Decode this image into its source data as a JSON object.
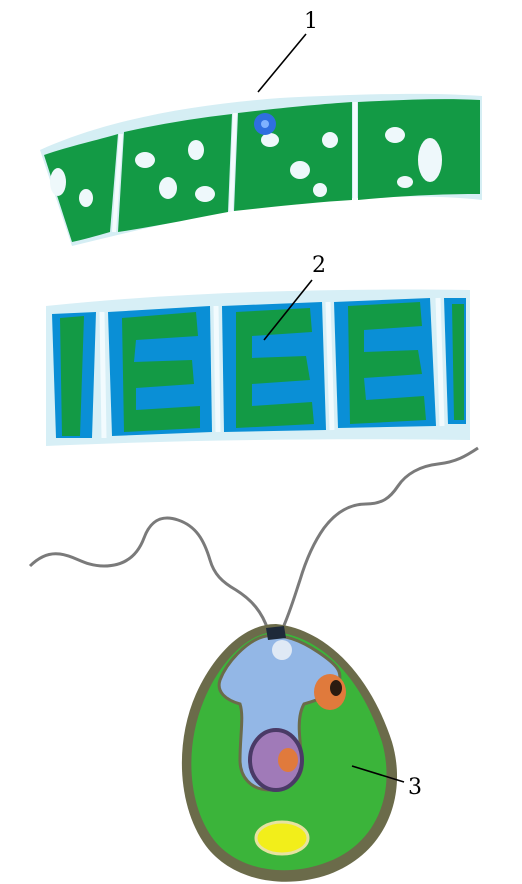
{
  "labels": {
    "one": "1",
    "two": "2",
    "three": "3"
  },
  "colors": {
    "chloroplast_green": "#139a45",
    "cell_border_blue": "#bfe4f2",
    "spirogyra_cytoplasm_blue": "#0a8fd6",
    "nucleus_blue": "#2f6fe0",
    "body_green": "#3bb43a",
    "flagellum_gray": "#7a7a7a",
    "gullet_blue": "#93b7e6",
    "stigma_orange": "#e07a3c",
    "starch_yellow": "#f2ee1a",
    "nucleus_purple": "#a07ab8"
  }
}
